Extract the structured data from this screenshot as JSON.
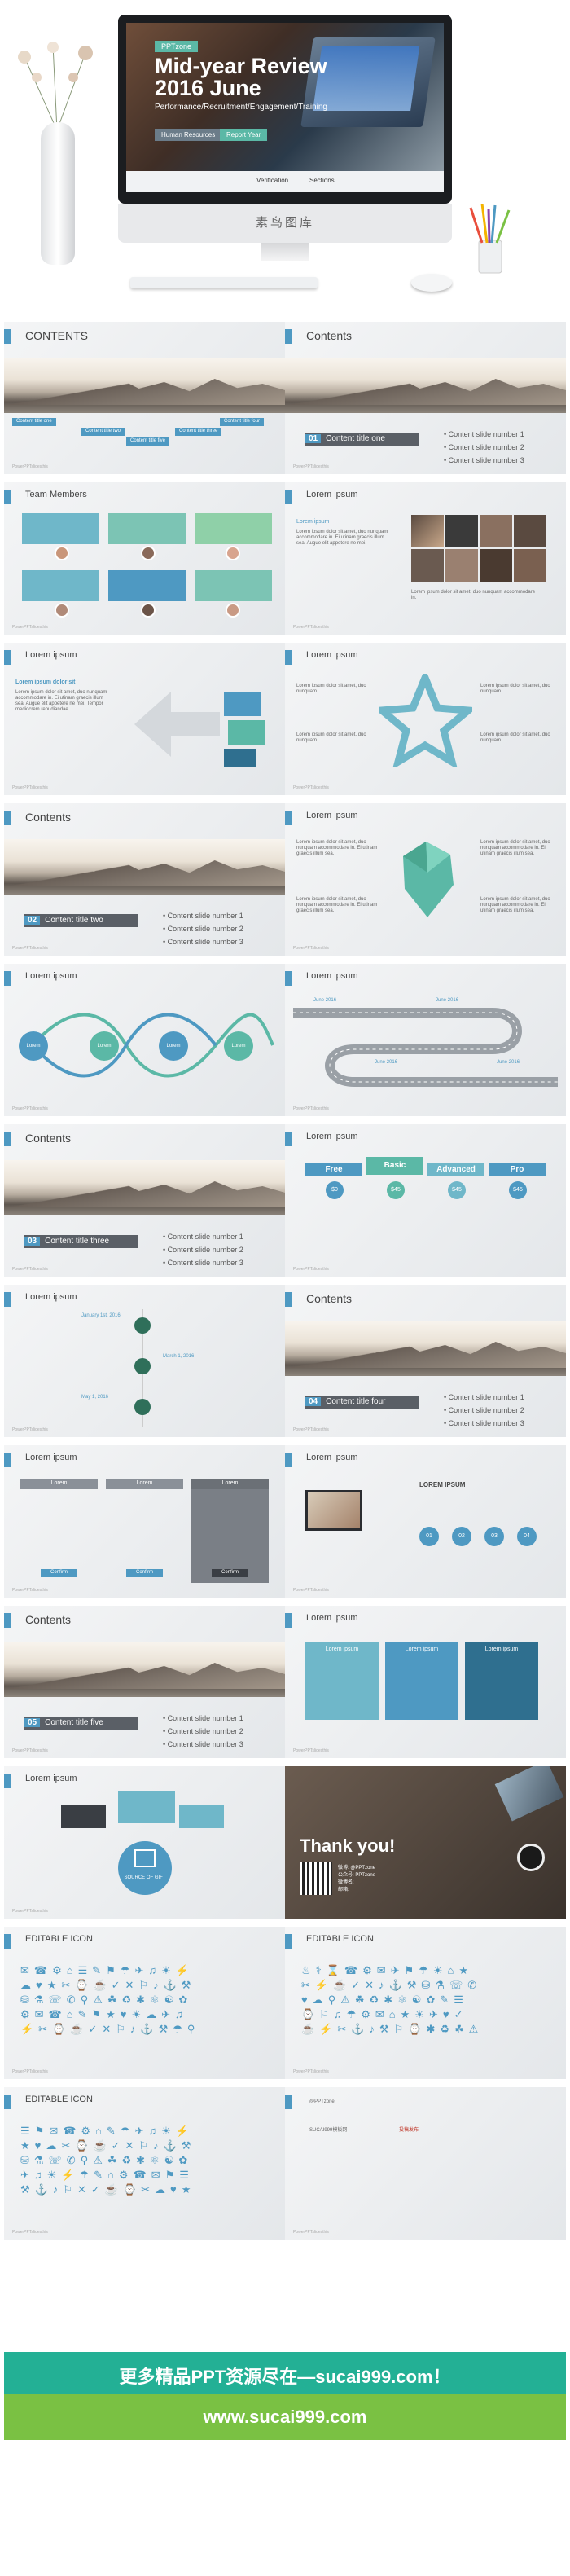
{
  "hero": {
    "tag": "PPTzone",
    "title_line1": "Mid-year Review",
    "title_line2": "2016 June",
    "subtitle": "Performance/Recruitment/Engagement/Training",
    "chip1": "Human Resources",
    "chip2": "Report Year",
    "bar_left": "Verification",
    "bar_right": "Sections",
    "footer_brand": "素鸟图库"
  },
  "contents_title": "CONTENTS",
  "slide_footer": "PowerPPTslidesthis",
  "s1": {
    "items": [
      "Content title one",
      "Content title two",
      "Content title three",
      "Content title four",
      "Content title five"
    ]
  },
  "s2": {
    "title": "Contents",
    "num": "01",
    "label": "Content title one",
    "bullets": [
      "Content slide number 1",
      "Content slide number 2",
      "Content slide number 3"
    ]
  },
  "s3": {
    "title": "Team Members"
  },
  "s4": {
    "title": "Lorem ipsum",
    "sub": "Lorem ipsum",
    "para": "Lorem ipsum dolor sit amet, duo nunquam accommodare in. Ei utinam graecis illum sea. Augue elit appetere ne mei.",
    "para2": "Lorem ipsum dolor sit amet, duo nunquam accommodare in."
  },
  "s5": {
    "title": "Lorem ipsum",
    "sub": "Lorem ipsum dolor sit",
    "para": "Lorem ipsum dolor sit amet, duo nunquam accommodare in. Ei utinam graecis illum sea. Augue elit appetere ne mei. Tempor mediocrem repudiandae."
  },
  "s6": {
    "title": "Lorem ipsum",
    "para": "Lorem ipsum dolor sit amet, duo nunquam"
  },
  "s7": {
    "title": "Contents",
    "num": "02",
    "label": "Content title two",
    "bullets": [
      "Content slide number 1",
      "Content slide number 2",
      "Content slide number 3"
    ]
  },
  "s8": {
    "title": "Lorem ipsum",
    "para": "Lorem ipsum dolor sit amet, duo nunquam accommodare in. Ei utinam graecis illum sea."
  },
  "s9": {
    "title": "Lorem ipsum",
    "nodes": [
      "Lorem",
      "Lorem",
      "Lorem",
      "Lorem"
    ]
  },
  "s10": {
    "title": "Lorem ipsum",
    "labels": [
      "June 2016",
      "June 2016",
      "June 2016",
      "June 2016"
    ]
  },
  "s11": {
    "title": "Contents",
    "num": "03",
    "label": "Content title three",
    "bullets": [
      "Content slide number 1",
      "Content slide number 2",
      "Content slide number 3"
    ]
  },
  "s12": {
    "title": "Lorem ipsum",
    "plans": [
      "Free",
      "Basic",
      "Advanced",
      "Pro"
    ],
    "prices": [
      "$0",
      "$45",
      "$45",
      "$45"
    ]
  },
  "s13": {
    "title": "Lorem ipsum",
    "dates": [
      "January 1st, 2016",
      "March 1, 2016",
      "May 1, 2016"
    ]
  },
  "s14": {
    "title": "Contents",
    "num": "04",
    "label": "Content title four",
    "bullets": [
      "Content slide number 1",
      "Content slide number 2",
      "Content slide number 3"
    ]
  },
  "s15": {
    "title": "Lorem ipsum",
    "cols": [
      "Lorem",
      "Lorem",
      "Lorem"
    ],
    "btn": "Confirm"
  },
  "s16": {
    "title": "Lorem ipsum",
    "heading": "LOREM IPSUM",
    "nums": [
      "01",
      "02",
      "03",
      "04"
    ]
  },
  "s17": {
    "title": "Contents",
    "num": "05",
    "label": "Content title five",
    "bullets": [
      "Content slide number 1",
      "Content slide number 2",
      "Content slide number 3"
    ]
  },
  "s18": {
    "title": "Lorem ipsum",
    "boxes": [
      "Lorem ipsum",
      "Lorem ipsum",
      "Lorem ipsum"
    ]
  },
  "s19": {
    "title": "Lorem ipsum",
    "center": "SOURCE OF GIFT"
  },
  "s20": {
    "title": "Thank you!",
    "line1": "微博: @PPTzone",
    "line2": "公众号: PPTzone",
    "line3": "微博名: ",
    "line4": "邮箱: "
  },
  "s21": {
    "title": "EDITABLE ICON"
  },
  "s22": {
    "title": "EDITABLE ICON"
  },
  "s23": {
    "title": "EDITABLE ICON"
  },
  "s24": {
    "line1": "@PPTzone",
    "line2": "SUCAI999模板网",
    "line3": "投稿发布"
  },
  "banner1": "更多精品PPT资源尽在—sucai999.com！",
  "banner2": "www.sucai999.com",
  "colors": {
    "accent": "#4e99c2",
    "teal": "#5bb8a6",
    "green": "#7ac143",
    "banner_green": "#23b095"
  }
}
